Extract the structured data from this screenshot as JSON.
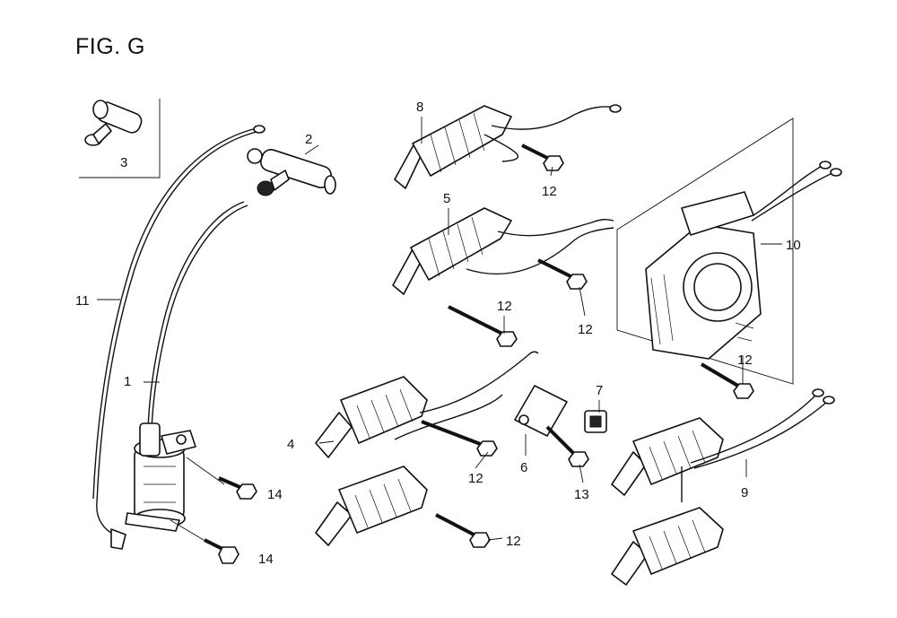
{
  "figure": {
    "title": "FIG. G"
  },
  "callouts": {
    "c1": "1",
    "c2": "2",
    "c3": "3",
    "c4": "4",
    "c5": "5",
    "c6": "6",
    "c7": "7",
    "c8": "8",
    "c9": "9",
    "c10": "10",
    "c11": "11",
    "c12a": "12",
    "c12b": "12",
    "c12c": "12",
    "c12d": "12",
    "c12e": "12",
    "c12f": "12",
    "c13": "13",
    "c14a": "14",
    "c14b": "14"
  }
}
